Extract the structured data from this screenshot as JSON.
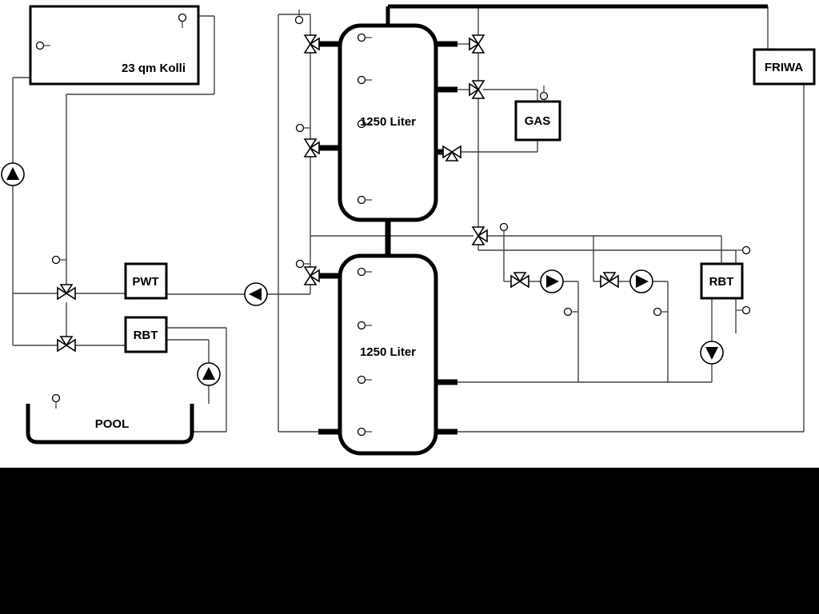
{
  "page": {
    "canvas_bg": "#ffffff",
    "footer_bg": "#000000"
  },
  "labels": {
    "collector": "23 qm Kolli",
    "tank_top": "1250 Liter",
    "tank_bottom": "1250 Liter",
    "gas": "GAS",
    "friwa": "FRIWA",
    "pwt": "PWT",
    "rbt_left": "RBT",
    "rbt_right": "RBT",
    "pool": "POOL"
  },
  "colors": {
    "pipe": "#444444",
    "pipe_thick": "#000000",
    "symbol_fill": "#ffffff",
    "symbol_stroke": "#000000",
    "text": "#000000"
  }
}
